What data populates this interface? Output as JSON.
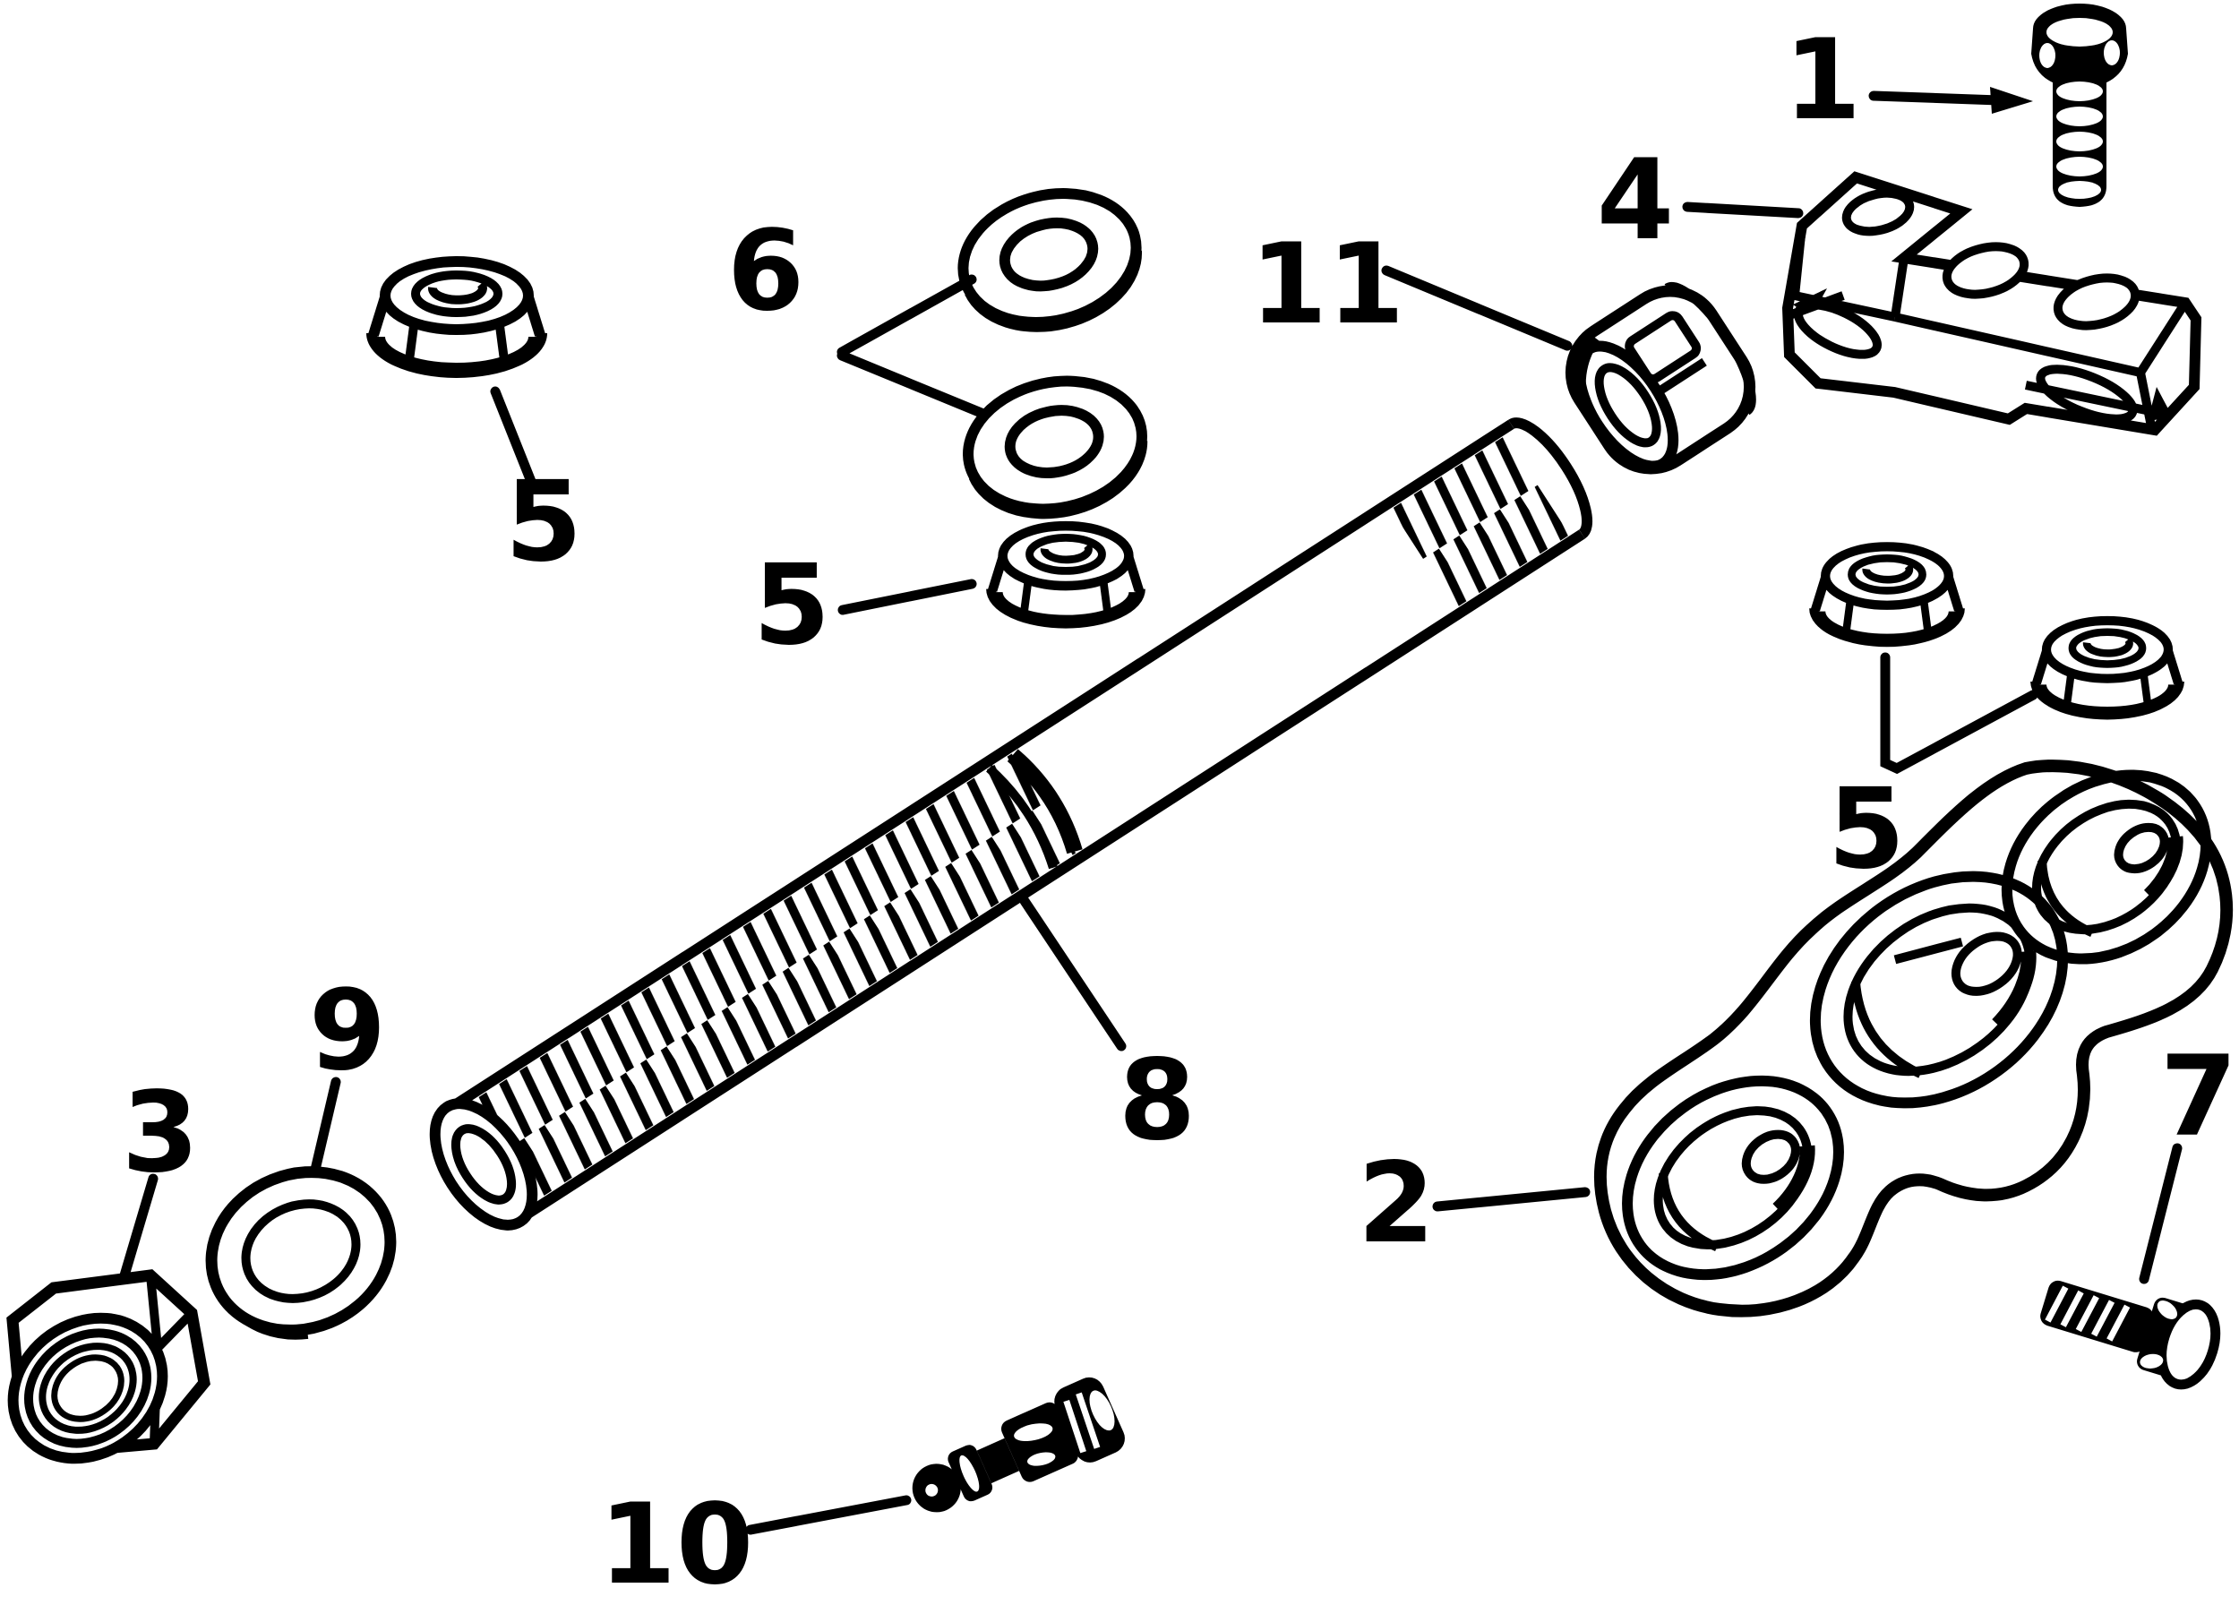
{
  "diagram": {
    "type": "exploded-parts-diagram",
    "subject": "tie-bar / steering link assembly line drawing",
    "colors": {
      "background": "#ffffff",
      "ink": "#000000"
    },
    "callouts": [
      {
        "label": "1",
        "part": "drilled-pivot-bolt"
      },
      {
        "label": "2",
        "part": "clamp-bracket-casting"
      },
      {
        "label": "3",
        "part": "large-hex-nut"
      },
      {
        "label": "4",
        "part": "steering-link-block"
      },
      {
        "label": "5",
        "part": "flange-locknut-top-left"
      },
      {
        "label": "5",
        "part": "flange-locknut-middle"
      },
      {
        "label": "5",
        "part": "flange-locknut-right-pair"
      },
      {
        "label": "6",
        "part": "flat-washer-pair"
      },
      {
        "label": "7",
        "part": "small-hex-bolt"
      },
      {
        "label": "8",
        "part": "threaded-tie-rod"
      },
      {
        "label": "9",
        "part": "flat-washer-ring"
      },
      {
        "label": "10",
        "part": "grease-fitting"
      },
      {
        "label": "11",
        "part": "rod-end-bushing"
      }
    ]
  }
}
